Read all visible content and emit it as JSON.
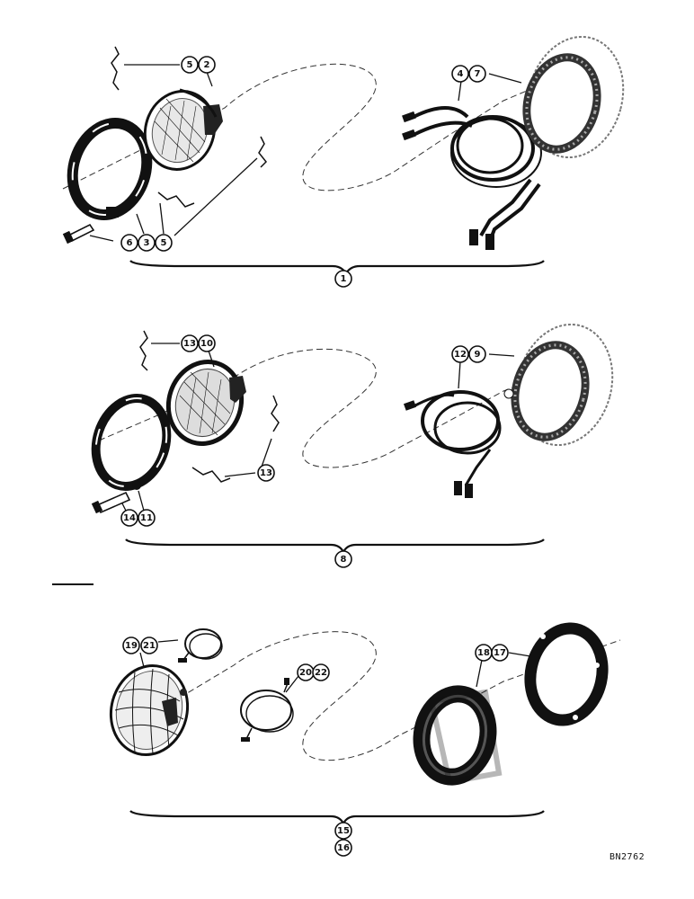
{
  "groups": [
    {
      "assembly_label": "1",
      "callouts": [
        "5",
        "2",
        "4",
        "7",
        "6",
        "3",
        "5",
        "5"
      ]
    },
    {
      "assembly_label": "8",
      "callouts": [
        "13",
        "10",
        "12",
        "9",
        "13",
        "14",
        "11"
      ]
    },
    {
      "assembly_labels": [
        "15",
        "16"
      ],
      "callouts": [
        "19",
        "21",
        "20",
        "22",
        "18",
        "17"
      ]
    }
  ],
  "drawing_code": "BN2762",
  "icons": [
    "headlamp-sealed-beam-icon",
    "headlamp-ring-icon",
    "headlamp-housing-icon",
    "wiring-harness-icon",
    "spring-clip-icon",
    "screw-icon"
  ]
}
